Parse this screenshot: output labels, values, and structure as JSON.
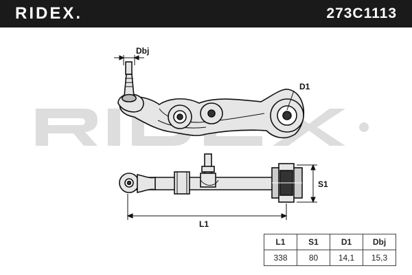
{
  "header": {
    "brand": "RIDEX.",
    "part_number": "273C1113"
  },
  "drawing": {
    "labels": {
      "dbj": "Dbj",
      "d1": "D1",
      "s1": "S1",
      "l1": "L1"
    }
  },
  "specs": {
    "headers": [
      "L1",
      "S1",
      "D1",
      "Dbj"
    ],
    "values": [
      "338",
      "80",
      "14,1",
      "15,3"
    ]
  },
  "colors": {
    "header_bg": "#1a1a1a",
    "part_fill": "#e6e6e6",
    "dark_fill": "#333333"
  }
}
